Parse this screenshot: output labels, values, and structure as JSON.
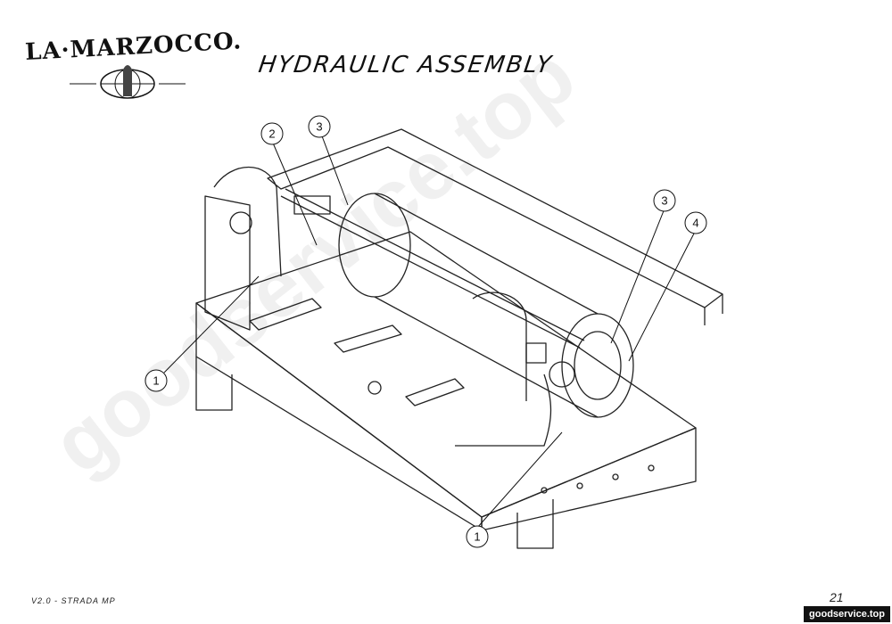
{
  "header": {
    "brand": "LA·MARZOCCO.",
    "title": "HYDRAULIC ASSEMBLY"
  },
  "callouts": [
    {
      "label": "2"
    },
    {
      "label": "3"
    },
    {
      "label": "3"
    },
    {
      "label": "4"
    },
    {
      "label": "1"
    },
    {
      "label": "1"
    }
  ],
  "footer": {
    "model": "V2.0 - STRADA MP",
    "page": "21",
    "site": "goodservice.top"
  },
  "watermark": "goodservice.top"
}
